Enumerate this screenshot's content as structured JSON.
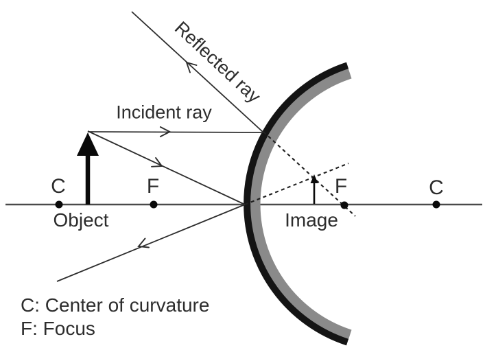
{
  "diagram": {
    "title_hint": "Convex mirror ray diagram",
    "labels": {
      "reflected_ray": "Reflected ray",
      "incident_ray": "Incident ray",
      "object": "Object",
      "image": "Image",
      "c_left": "C",
      "f_left": "F",
      "f_right": "F",
      "c_right": "C"
    },
    "legend": {
      "line1": "C: Center of curvature",
      "line2": "F: Focus"
    },
    "colors": {
      "ink": "#2d2d2d",
      "axis": "#4a4a4a",
      "mirror_gray": "#8a8a8a",
      "mirror_black": "#141414",
      "background": "#ffffff"
    }
  }
}
